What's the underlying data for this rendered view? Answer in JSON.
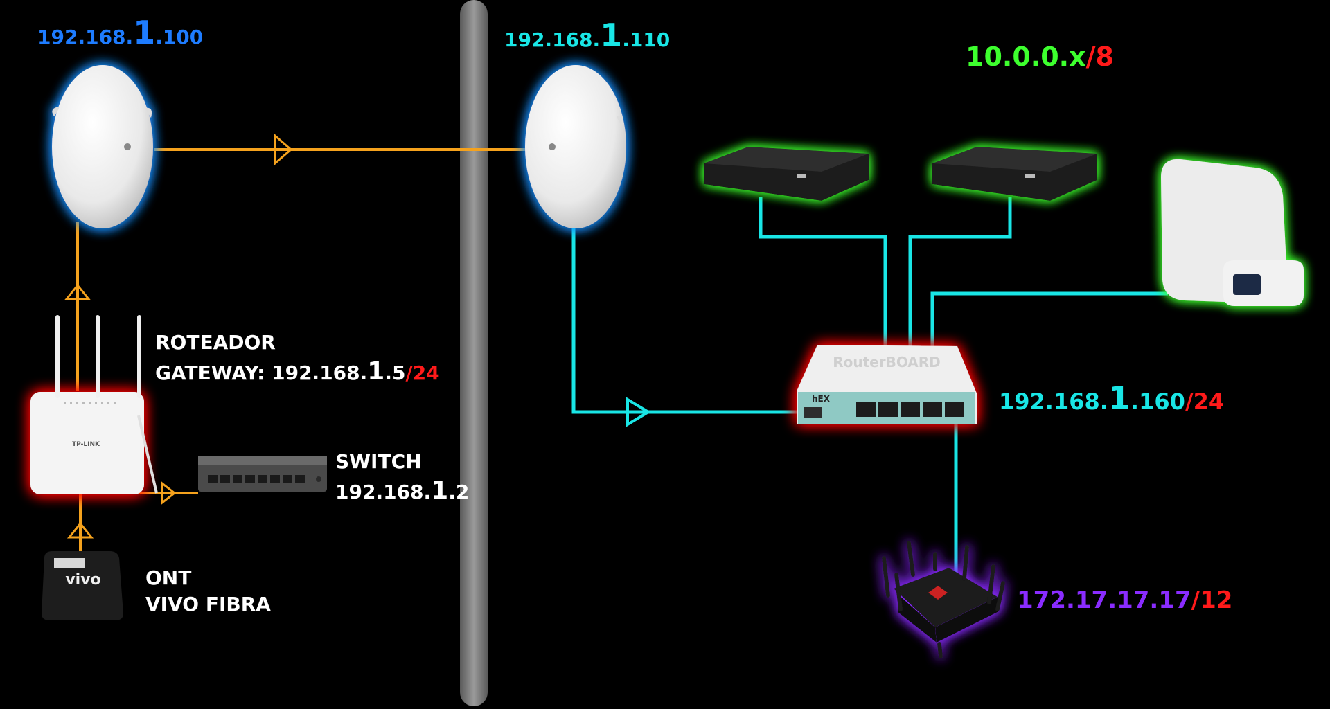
{
  "colors": {
    "orange_link": "#f5a21d",
    "cyan_link": "#19e6e6",
    "blue_text": "#1e7cff",
    "cyan_text": "#19e6e6",
    "green_text": "#3dff2e",
    "red_text": "#ff1a1a",
    "purple_text": "#8a2cff",
    "white_text": "#ffffff",
    "divider": "#7a7a7a"
  },
  "nodes": {
    "antenna_left": {
      "ip": {
        "pre": "192.168.",
        "big": "1",
        "post": ".100",
        "mask": ""
      }
    },
    "antenna_right": {
      "ip": {
        "pre": "192.168.",
        "big": "1",
        "post": ".110",
        "mask": ""
      }
    },
    "router": {
      "name": "ROTEADOR",
      "gateway_label": "GATEWAY: ",
      "ip": {
        "pre": "192.168.",
        "big": "1",
        "post": ".5",
        "mask": "/24"
      },
      "brand": "TP-LINK"
    },
    "switch": {
      "name": "SWITCH",
      "ip": {
        "pre": "192.168.",
        "big": "1",
        "post": ".2",
        "mask": ""
      }
    },
    "ont": {
      "name": "ONT",
      "subtitle": "VIVO FIBRA",
      "brand": "vivo"
    },
    "dvr_network": {
      "net": "10.0.0.x",
      "mask": "/8"
    },
    "mikrotik": {
      "ip": {
        "pre": "192.168.",
        "big": "1",
        "post": ".160",
        "mask": "/24"
      },
      "model": "hEX",
      "brand": "RouterBOARD"
    },
    "asus_router": {
      "ip": "172.17.17.17",
      "mask": "/12"
    }
  }
}
